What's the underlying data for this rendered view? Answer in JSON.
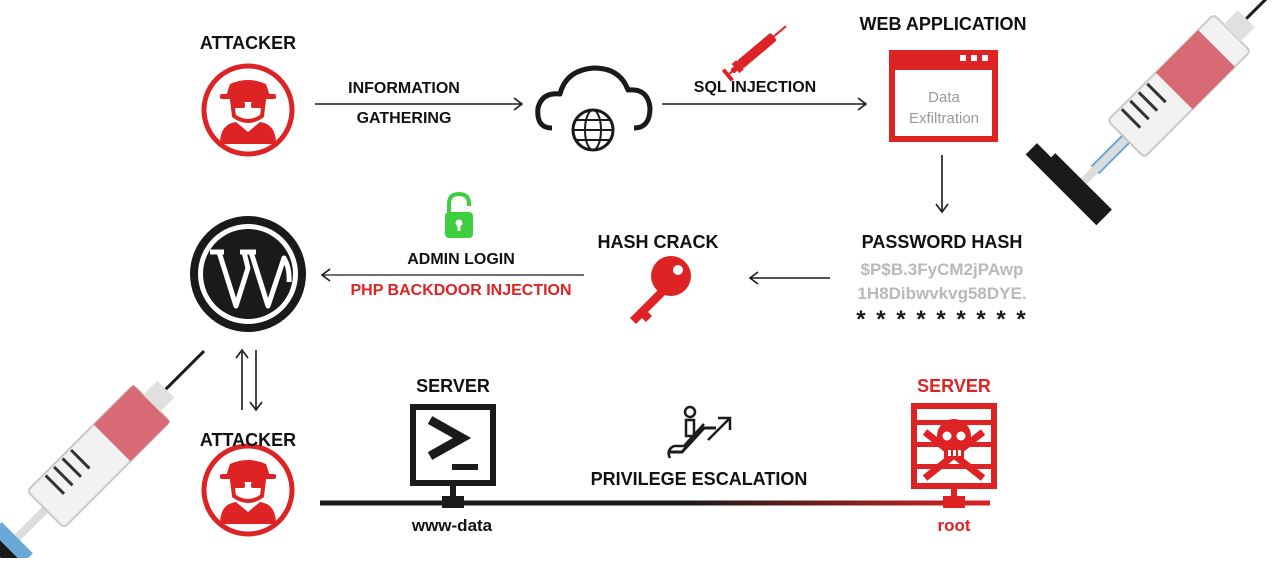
{
  "colors": {
    "red": "#dd2323",
    "dark": "#1a1a1a",
    "gray": "#b9b9b9",
    "green": "#3ecf3e",
    "blue": "#6aa8d8",
    "pink": "#d86a76"
  },
  "labels": {
    "attacker_top": "ATTACKER",
    "info_gathering_1": "INFORMATION",
    "info_gathering_2": "GATHERING",
    "sql_injection": "SQL INJECTION",
    "web_application": "WEB APPLICATION",
    "data_exfil_1": "Data",
    "data_exfil_2": "Exfiltration",
    "password_hash": "PASSWORD HASH",
    "hash_line_1": "$P$B.3FyCM2jPAwp",
    "hash_line_2": "1H8Dibwvkvg58DYE.",
    "hash_masked": "* * * * * * * * *",
    "hash_crack": "HASH CRACK",
    "admin_login": "ADMIN LOGIN",
    "php_backdoor": "PHP BACKDOOR INJECTION",
    "attacker_bottom": "ATTACKER",
    "server_left": "SERVER",
    "www_data": "www-data",
    "privilege_escalation": "PRIVILEGE ESCALATION",
    "server_right": "SERVER",
    "root": "root"
  },
  "icons": {
    "attacker": "hooded-hacker-icon",
    "cloud": "cloud-globe-icon",
    "syringe": "syringe-icon",
    "browser": "browser-window-icon",
    "key": "key-icon",
    "lock": "unlocked-padlock-icon",
    "wordpress": "wordpress-logo",
    "terminal": "terminal-icon",
    "escalator": "escalator-icon",
    "skull_server": "skull-server-icon"
  }
}
